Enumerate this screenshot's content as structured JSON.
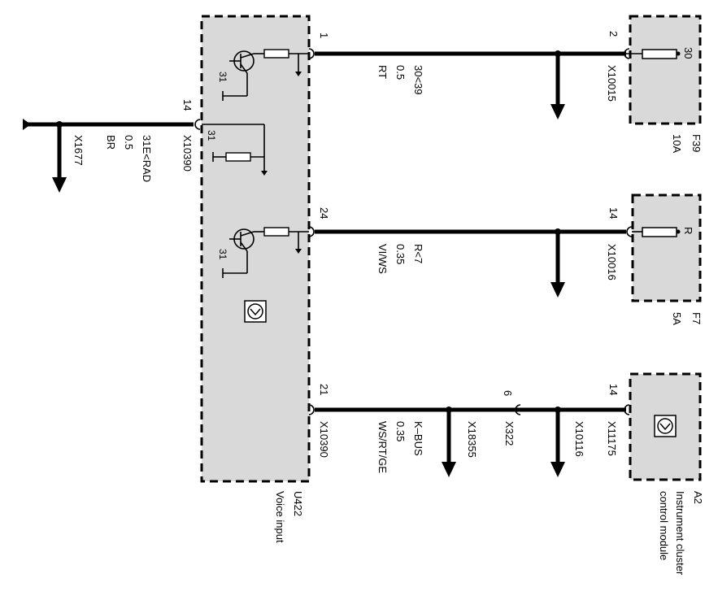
{
  "modules": {
    "voice": {
      "id": "U422",
      "name": "Voice input"
    },
    "f39": {
      "id": "F39",
      "rating": "10A",
      "fuse_label": "30"
    },
    "f7": {
      "id": "F7",
      "rating": "5A",
      "fuse_label": "R"
    },
    "cluster": {
      "id": "A2",
      "name_line1": "Instrument cluster",
      "name_line2": "control module"
    }
  },
  "wires": {
    "w30": {
      "pin_left": "1",
      "pin_right": "2",
      "signal": "30<39",
      "size": "0.5",
      "color": "RT",
      "connector_right": "X10015"
    },
    "wr": {
      "pin_left": "24",
      "pin_right": "14",
      "signal": "R<7",
      "size": "0.35",
      "color": "VI/WS",
      "connector_right": "X10016"
    },
    "kbus": {
      "pin_left": "21",
      "pin_mid": "6",
      "pin_right": "14",
      "signal": "K–BUS",
      "size": "0.35",
      "color": "WS/RT/GE",
      "connector_left": "X10390",
      "splice1": "X18355",
      "connector_mid": "X322",
      "splice2": "X10116",
      "connector_right": "X11175"
    },
    "ground": {
      "pin": "14",
      "signal": "31E<RAD",
      "size": "0.5",
      "color": "BR",
      "connector": "X10390",
      "splice": "X1677"
    }
  },
  "internal": {
    "gnd_label": "31"
  }
}
